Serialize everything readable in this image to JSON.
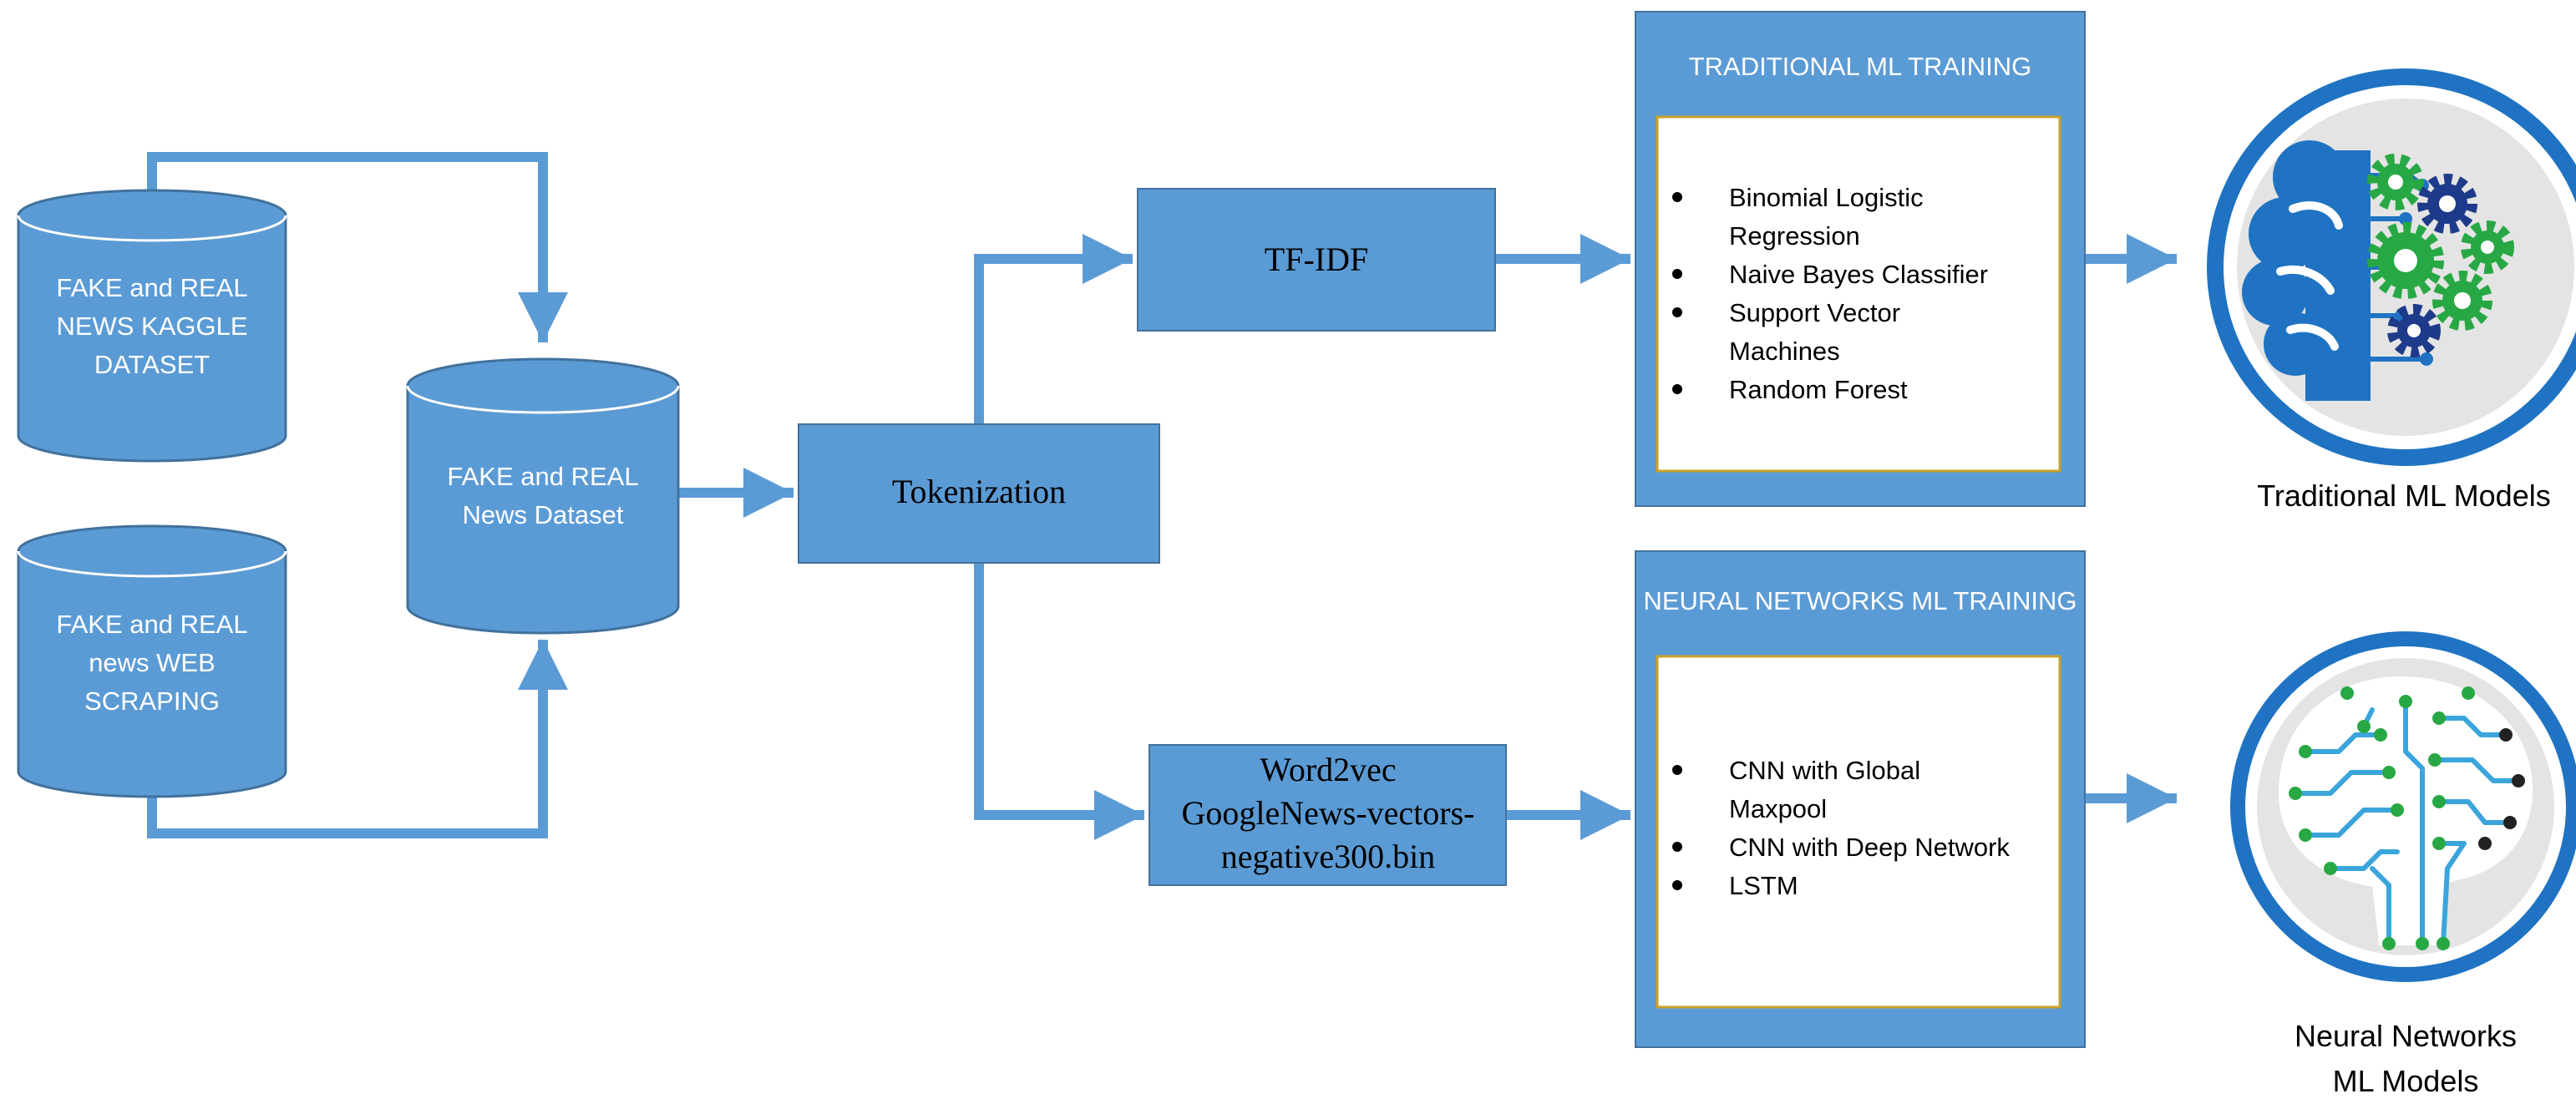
{
  "colors": {
    "fill": "#5b9bd5",
    "border": "#41719c",
    "panel_fill": "#ffffff",
    "panel_border": "#c9a227",
    "icon_ring": "#1f73c2",
    "icon_bg": "#e4e4e4",
    "text_light": "#ffffff",
    "text_dark": "#000000"
  },
  "sources": {
    "kaggle": {
      "line1": "FAKE and REAL",
      "line2": "NEWS KAGGLE",
      "line3": "DATASET"
    },
    "scraping": {
      "line1": "FAKE and REAL",
      "line2": "news WEB",
      "line3": "SCRAPING"
    }
  },
  "merged": {
    "line1": "FAKE and REAL",
    "line2": "News Dataset"
  },
  "tokenization": "Tokenization",
  "tfidf": "TF-IDF",
  "word2vec": {
    "line1": "Word2vec",
    "line2": "GoogleNews-vectors-",
    "line3": "negative300.bin"
  },
  "traditional": {
    "title": "TRADITIONAL ML TRAINING",
    "items": [
      {
        "line1": "Binomial Logistic",
        "line2": "Regression"
      },
      {
        "line1": "Naive Bayes Classifier"
      },
      {
        "line1": "Support Vector",
        "line2": "Machines"
      },
      {
        "line1": "Random Forest"
      }
    ],
    "output_label": "Traditional ML Models",
    "icon": "brain-gears-icon"
  },
  "neural": {
    "title": "NEURAL NETWORKS ML TRAINING",
    "items": [
      {
        "line1": "CNN with Global",
        "line2": "Maxpool"
      },
      {
        "line1": "CNN with Deep Network"
      },
      {
        "line1": "LSTM"
      }
    ],
    "output_label_line1": "Neural Networks",
    "output_label_line2": "ML Models",
    "icon": "brain-circuit-icon"
  }
}
